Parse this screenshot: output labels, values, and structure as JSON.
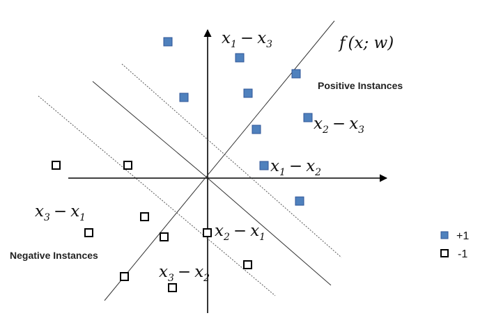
{
  "colors": {
    "positive_fill": "#4f81bd",
    "positive_stroke": "#2f5597",
    "negative_fill": "#ffffff",
    "negative_stroke": "#000000"
  },
  "labels": {
    "function": {
      "f": "f",
      "args": "(x; w)"
    },
    "difference_labels": [
      {
        "id": "x1-x3-top",
        "a": "x",
        "a_sub": "1",
        "op": "−",
        "b": "x",
        "b_sub": "3"
      },
      {
        "id": "x2-x3",
        "a": "x",
        "a_sub": "2",
        "op": "−",
        "b": "x",
        "b_sub": "3"
      },
      {
        "id": "x1-x2",
        "a": "x",
        "a_sub": "1",
        "op": "−",
        "b": "x",
        "b_sub": "2"
      },
      {
        "id": "x3-x1",
        "a": "x",
        "a_sub": "3",
        "op": "−",
        "b": "x",
        "b_sub": "1"
      },
      {
        "id": "x2-x1",
        "a": "x",
        "a_sub": "2",
        "op": "−",
        "b": "x",
        "b_sub": "1"
      },
      {
        "id": "x3-x2",
        "a": "x",
        "a_sub": "3",
        "op": "−",
        "b": "x",
        "b_sub": "2"
      }
    ],
    "positive_region": "Positive Instances",
    "negative_region": "Negative Instances"
  },
  "legend": [
    {
      "class": "positive",
      "label": "+1"
    },
    {
      "class": "negative",
      "label": "-1"
    }
  ]
}
